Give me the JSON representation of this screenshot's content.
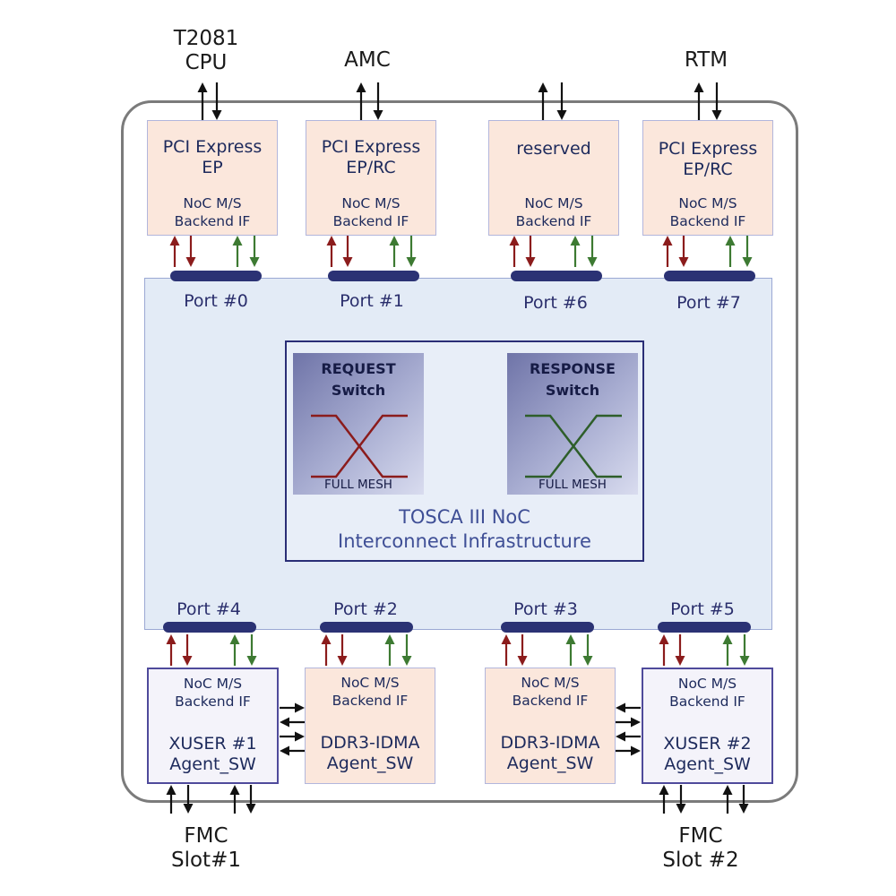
{
  "external": {
    "cpu": [
      "T2081",
      "CPU"
    ],
    "amc": "AMC",
    "rtm": "RTM",
    "fmc1": [
      "FMC",
      "Slot#1"
    ],
    "fmc2": [
      "FMC",
      "Slot #2"
    ]
  },
  "top_blocks": [
    {
      "title": [
        "PCI Express",
        "EP"
      ],
      "noc": [
        "NoC M/S",
        "Backend IF"
      ]
    },
    {
      "title": [
        "PCI Express",
        "EP/RC"
      ],
      "noc": [
        "NoC M/S",
        "Backend IF"
      ]
    },
    {
      "title": [
        "reserved"
      ],
      "noc": [
        "NoC M/S",
        "Backend IF"
      ]
    },
    {
      "title": [
        "PCI Express",
        "EP/RC"
      ],
      "noc": [
        "NoC M/S",
        "Backend IF"
      ]
    }
  ],
  "ports_top": [
    "Port #0",
    "Port #1",
    "Port #6",
    "Port #7"
  ],
  "ports_bottom": [
    "Port #4",
    "Port #2",
    "Port #3",
    "Port #5"
  ],
  "core": {
    "request": {
      "title": [
        "REQUEST",
        "Switch"
      ],
      "caption": "FULL MESH",
      "color": "#8b1c1c"
    },
    "response": {
      "title": [
        "RESPONSE",
        "Switch"
      ],
      "caption": "FULL MESH",
      "color": "#2e5e2a"
    },
    "title": [
      "TOSCA III NoC",
      "Interconnect Infrastructure"
    ]
  },
  "bottom_blocks": [
    {
      "noc": [
        "NoC M/S",
        "Backend IF"
      ],
      "title": [
        "XUSER #1",
        "Agent_SW"
      ]
    },
    {
      "noc": [
        "NoC M/S",
        "Backend IF"
      ],
      "title": [
        "DDR3-IDMA",
        "Agent_SW"
      ]
    },
    {
      "noc": [
        "NoC M/S",
        "Backend IF"
      ],
      "title": [
        "DDR3-IDMA",
        "Agent_SW"
      ]
    },
    {
      "noc": [
        "NoC M/S",
        "Backend IF"
      ],
      "title": [
        "XUSER #2",
        "Agent_SW"
      ]
    }
  ],
  "colors": {
    "request_arrow": "#8b1c1c",
    "response_arrow": "#3d7a32",
    "port_bar": "#2b3274",
    "io_arrow": "#111111"
  }
}
